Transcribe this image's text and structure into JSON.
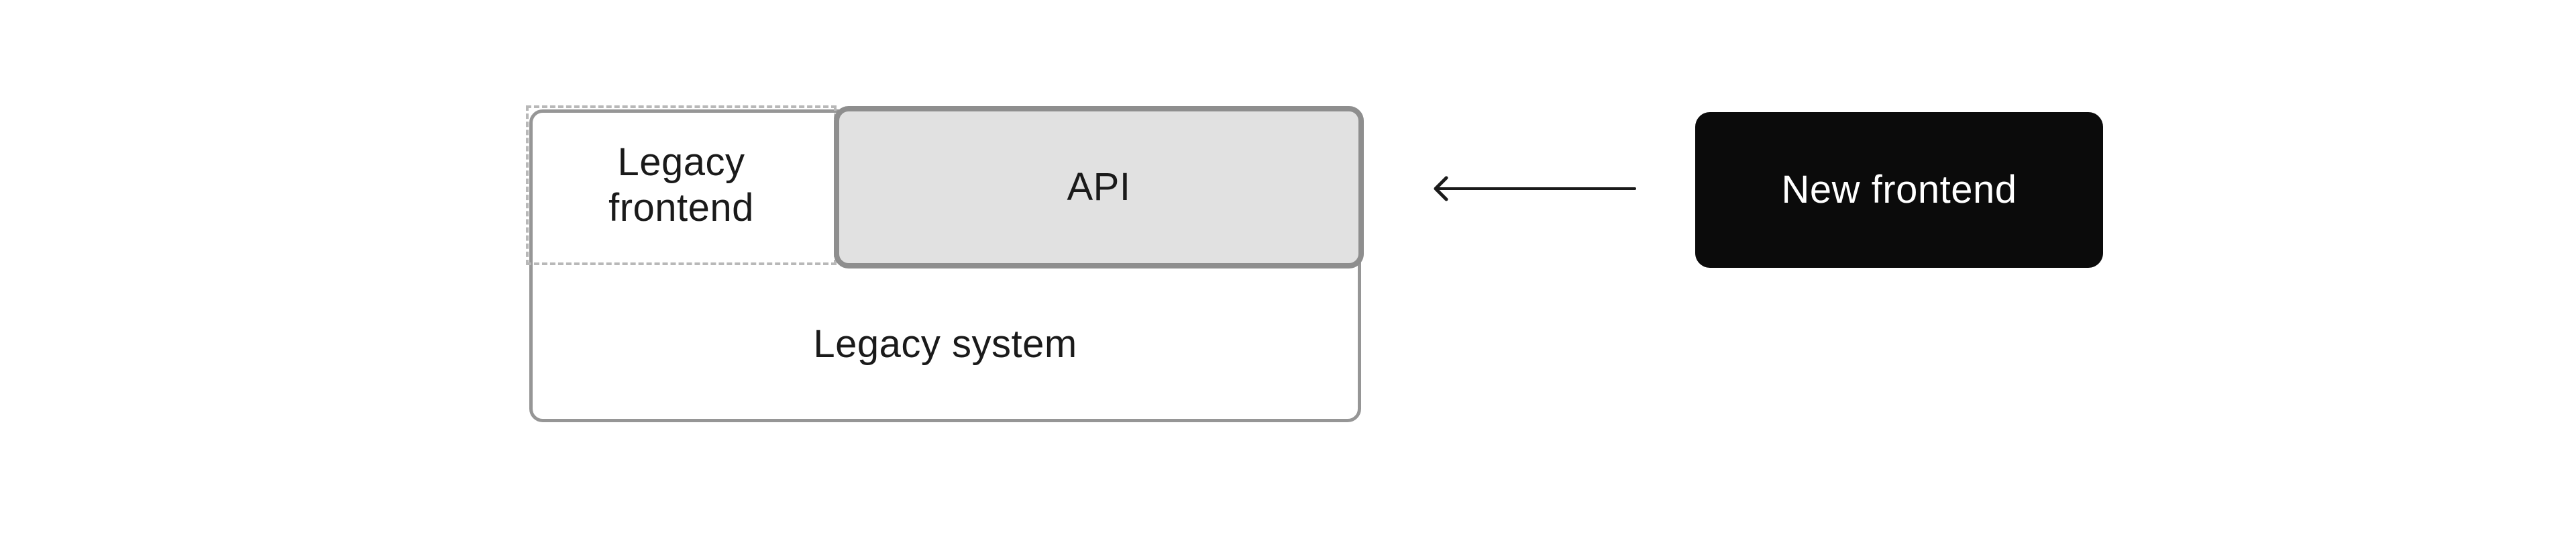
{
  "diagram": {
    "legacy_system": {
      "label": "Legacy system"
    },
    "legacy_frontend": {
      "label": "Legacy frontend"
    },
    "api": {
      "label": "API"
    },
    "new_frontend": {
      "label": "New frontend"
    },
    "arrow": {
      "icon": "arrow-left-icon",
      "from": "New frontend",
      "to": "API"
    }
  },
  "colors": {
    "background": "#ffffff",
    "text": "#1a1a1a",
    "legacy_box_fill": "#ffffff",
    "legacy_box_border": "#969696",
    "dashed_border": "#b8b8b8",
    "api_fill": "#e1e1e1",
    "api_border": "#8e8e8e",
    "arrow": "#1a1a1a",
    "new_frontend_bg": "#0b0b0b",
    "new_frontend_text": "#ffffff"
  }
}
